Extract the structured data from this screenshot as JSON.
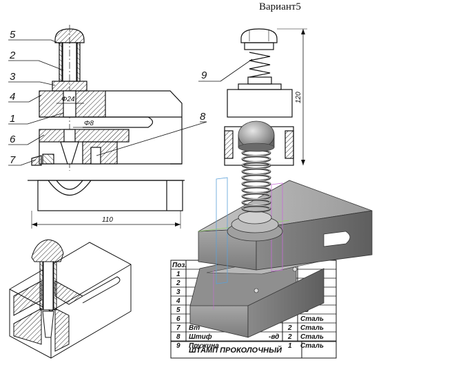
{
  "title": "Вариант5",
  "front_view": {
    "part_labels": [
      "5",
      "2",
      "3",
      "4",
      "1",
      "6",
      "7"
    ],
    "dim_shaft": "Φ24",
    "dim_pin": "Φ8",
    "dim_length": "110"
  },
  "side_view": {
    "part_labels": [
      "9",
      "8"
    ],
    "dim_height": "120"
  },
  "parts_table": {
    "header_pos": "Поз.",
    "rows": [
      {
        "pos": "1",
        "name": "",
        "qty": "",
        "material": ""
      },
      {
        "pos": "2",
        "name": "",
        "qty": "",
        "material": ""
      },
      {
        "pos": "3",
        "name": "",
        "qty": "",
        "material": ""
      },
      {
        "pos": "4",
        "name": "",
        "qty": "",
        "material": ""
      },
      {
        "pos": "5",
        "name": "",
        "qty": "",
        "material": "ль"
      },
      {
        "pos": "6",
        "name": "",
        "qty": "",
        "material": "Сталь"
      },
      {
        "pos": "7",
        "name": "Вт",
        "qty": "2",
        "material": "Сталь"
      },
      {
        "pos": "8",
        "name": "Штиф",
        "qty": "2",
        "material": "Сталь"
      },
      {
        "pos": "9",
        "name": "Пружина",
        "qty": "1",
        "material": "Сталь"
      }
    ],
    "row8_name_tail": "-вд",
    "stamp_title": "ШТАМП ПРОКОЛОЧНЫЙ"
  }
}
